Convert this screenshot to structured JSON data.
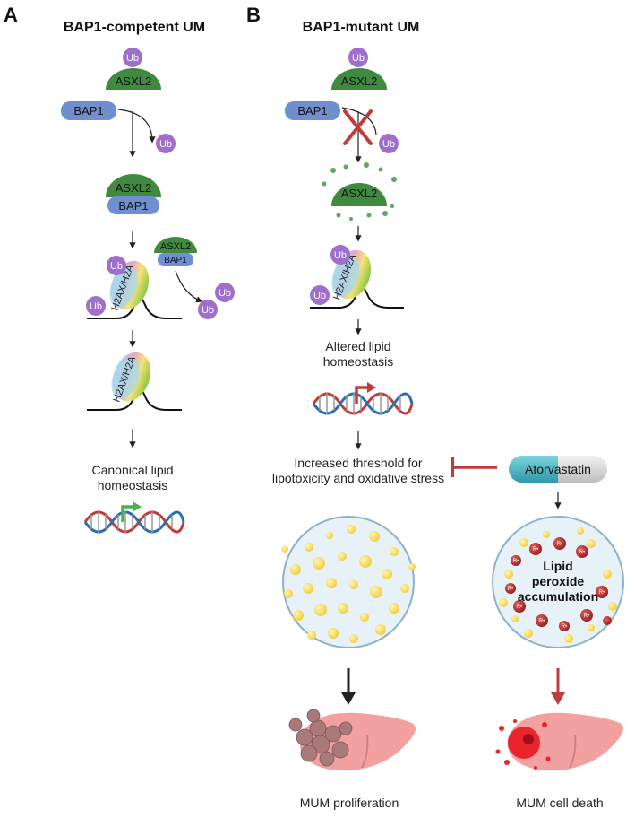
{
  "panel_a": {
    "letter": "A",
    "title": "BAP1-competent UM",
    "ub": "Ub",
    "asxl2": "ASXL2",
    "bap1": "BAP1",
    "histone": "H2AX/H2A",
    "outcome": "Canonical lipid homeostasis"
  },
  "panel_b": {
    "letter": "B",
    "title": "BAP1-mutant UM",
    "ub": "Ub",
    "asxl2": "ASXL2",
    "bap1": "BAP1",
    "histone": "H2AX/H2A",
    "altered": "Altered lipid homeostasis",
    "threshold": "Increased threshold for lipotoxicity and oxidative stress",
    "drug": "Atorvastatin",
    "lipid": "Lipid peroxide accumulation",
    "ros": "R•",
    "proliferation": "MUM proliferation",
    "death": "MUM cell death"
  },
  "colors": {
    "asxl2": "#3f8a3f",
    "bap1": "#6f8fd0",
    "ub": "#9f6fcc",
    "red": "#c23b3b",
    "teal": "#4bb5c1",
    "green_arrow": "#4caf50"
  }
}
